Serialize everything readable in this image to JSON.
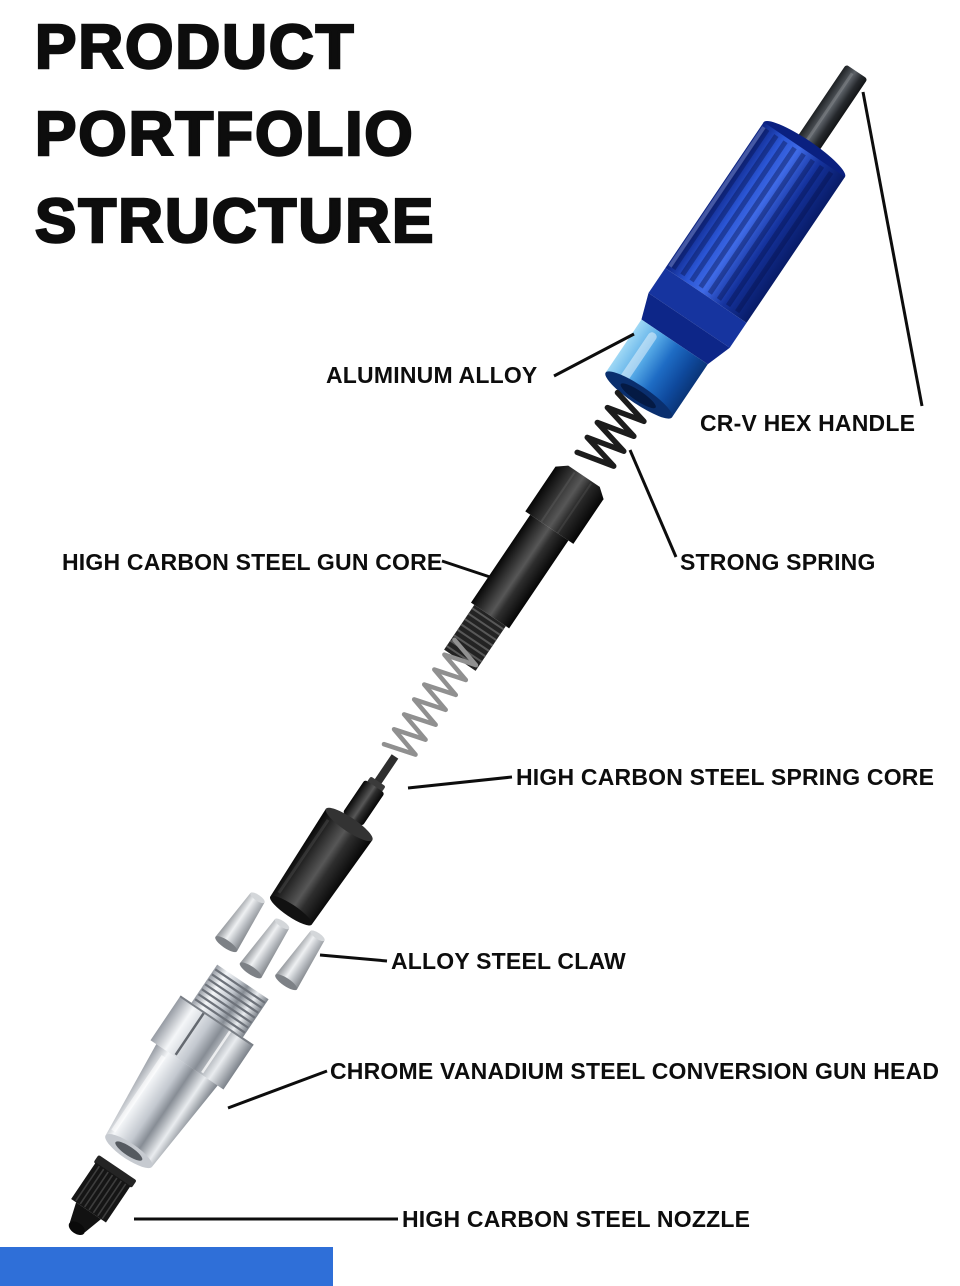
{
  "title": {
    "line1": "PRODUCT",
    "line2": "PORTFOLIO",
    "line3": "STRUCTURE"
  },
  "labels": {
    "aluminum_alloy": "ALUMINUM ALLOY",
    "crv_hex_handle": "CR-V HEX HANDLE",
    "gun_core": "HIGH CARBON STEEL GUN CORE",
    "strong_spring": "STRONG SPRING",
    "spring_core": "HIGH CARBON STEEL SPRING CORE",
    "steel_claw": "ALLOY STEEL CLAW",
    "gun_head": "CHROME VANADIUM STEEL CONVERSION GUN HEAD",
    "nozzle": "HIGH CARBON STEEL NOZZLE"
  },
  "parts": [
    "hex-shank",
    "aluminum-alloy-body",
    "strong-spring",
    "gun-core",
    "long-spring",
    "spring-core",
    "sleeve",
    "claws",
    "conversion-gun-head",
    "nozzle"
  ],
  "colors": {
    "background": "#ffffff",
    "text": "#0d0d0d",
    "body_blue": "#2a55d4",
    "collar_blue": "#2e7fd6",
    "accent_bar": "#2f6fd8",
    "part_black": "#1a1a1a",
    "chrome_silver": "#c3c8cf"
  }
}
